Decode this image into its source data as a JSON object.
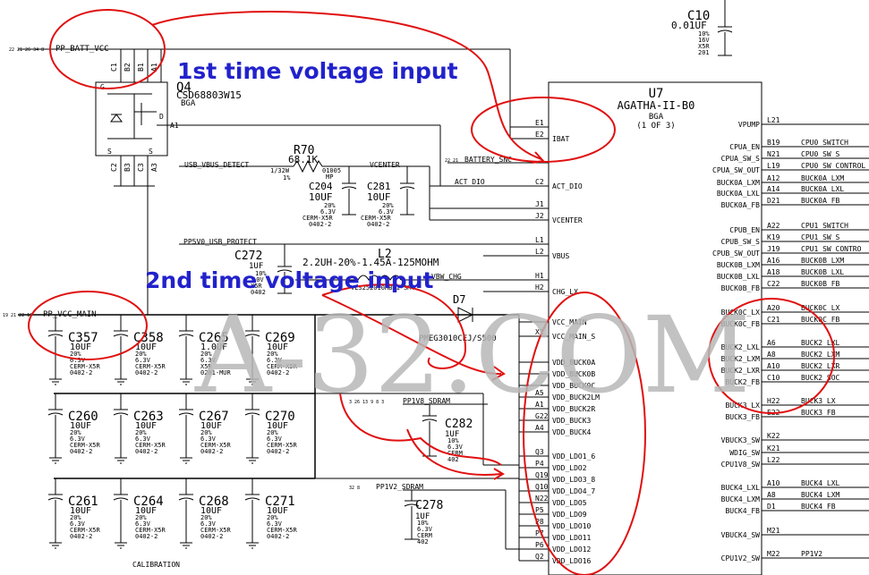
{
  "chip": {
    "refdes": "U7",
    "part": "AGATHA-II-B0",
    "package": "BGA",
    "sheet": "(1 OF 3)"
  },
  "top_cap": {
    "refdes": "C10",
    "value": "0.01UF",
    "tol": "10%",
    "volt": "16V",
    "dielectric": "X5R",
    "size": "201"
  },
  "q4": {
    "refdes": "Q4",
    "part": "CSD68803W15",
    "package": "BGA",
    "input_net": "PP_BATT_VCC",
    "input_pages": "22 21 26 34 8",
    "pins": [
      "C1",
      "B2",
      "B1",
      "A1",
      "C2",
      "B3",
      "C3",
      "A3"
    ],
    "g": "G",
    "d": "D",
    "s": "S",
    "gate_net": "A1"
  },
  "r70": {
    "refdes": "R70",
    "value": "68.1K",
    "power": "1/32W",
    "tol": "1%",
    "size": "01005",
    "mp": "MP"
  },
  "c204": {
    "refdes": "C204",
    "value": "10UF",
    "tol": "20%",
    "volt": "6.3V",
    "dielectric": "CERM-X5R",
    "size": "0402-2"
  },
  "c281": {
    "refdes": "C281",
    "value": "10UF",
    "tol": "20%",
    "volt": "6.3V",
    "dielectric": "CERM-X5R",
    "size": "0402-2"
  },
  "c272": {
    "refdes": "C272",
    "value": "1UF",
    "tol": "10%",
    "volt": "10V",
    "dielectric": "X5R",
    "size": "0402"
  },
  "l2": {
    "refdes": "L2",
    "value": "2.2UH-20%-1.45A-125MOHM",
    "part": "VLS252010HBN1-SMT"
  },
  "d7": {
    "refdes": "D7",
    "part": "PMEG3010CEJ/S500"
  },
  "c282": {
    "refdes": "C282",
    "value": "1UF",
    "tol": "10%",
    "volt": "6.3V",
    "dielectric": "CERM",
    "size": "402"
  },
  "c278": {
    "refdes": "C278",
    "value": "1UF",
    "tol": "10%",
    "volt": "6.3V",
    "dielectric": "CERM",
    "size": "402"
  },
  "nets": {
    "pp_vcc_main": "PP_VCC_MAIN",
    "pp_vcc_main_pages": "19 21 22 10",
    "usb_vbus_detect": "USB_VBUS_DETECT",
    "vcenter": "VCENTER",
    "battery_snc": "BATTERY_SNC",
    "battery_snc_pages": "22 21",
    "act_dio": "ACT_DIO",
    "pp5v0_usb_protect": "PP5V0_USB_PROTECT",
    "vbw_chg": "VBW_CHG",
    "pp1v8_sdram": "PP1V8_SDRAM",
    "pp1v8_sdram_pages": "3 26 13 9 8 3",
    "pp1v2_sdram": "PP1V2_SDRAM",
    "pp1v2_sdram_pages": "32 8",
    "calibration": "CALIBRATION"
  },
  "u7_left_pins": [
    {
      "ball": "E1",
      "name": ""
    },
    {
      "ball": "E2",
      "name": "IBAT"
    },
    {
      "ball": "C2",
      "name": "ACT_DIO"
    },
    {
      "ball": "J1",
      "name": ""
    },
    {
      "ball": "J2",
      "name": "VCENTER"
    },
    {
      "ball": "L1",
      "name": ""
    },
    {
      "ball": "L2",
      "name": "VBUS"
    },
    {
      "ball": "H1",
      "name": ""
    },
    {
      "ball": "H2",
      "name": "CHG_LX"
    },
    {
      "ball": "",
      "name": "VCC_MAIN"
    },
    {
      "ball": "X1",
      "name": "VCC_MAIN_S"
    },
    {
      "ball": "",
      "name": "VDD_BUCK0A"
    },
    {
      "ball": "",
      "name": "VDD_BUCK0B"
    },
    {
      "ball": "",
      "name": "VDD_BUCK0C"
    },
    {
      "ball": "A5",
      "name": "VDD_BUCK2LM"
    },
    {
      "ball": "A1",
      "name": "VDD_BUCK2R"
    },
    {
      "ball": "G22",
      "name": "VDD_BUCK3"
    },
    {
      "ball": "A4",
      "name": "VDD_BUCK4"
    },
    {
      "ball": "Q3",
      "name": "VDD_LDO1_6"
    },
    {
      "ball": "P4",
      "name": "VDD_LDO2"
    },
    {
      "ball": "Q19",
      "name": "VDD_LDO3_8"
    },
    {
      "ball": "Q10",
      "name": "VDD_LDO4_7"
    },
    {
      "ball": "N22",
      "name": "VDD_LDO5"
    },
    {
      "ball": "P5",
      "name": "VDD_LDO9"
    },
    {
      "ball": "P8",
      "name": "VDD_LDO10"
    },
    {
      "ball": "P7",
      "name": "VDD_LDO11"
    },
    {
      "ball": "P6",
      "name": "VDD_LDO12"
    },
    {
      "ball": "Q2",
      "name": "VDD_LDO16"
    }
  ],
  "u7_right_pins": [
    {
      "name": "VPUMP",
      "ball": "L21",
      "net": ""
    },
    {
      "name": "CPUA_EN",
      "ball": "B19",
      "net": "CPU0_SWITCH"
    },
    {
      "name": "CPUA_SW_S",
      "ball": "N21",
      "net": "CPU0_SW_S"
    },
    {
      "name": "CPUA_SW_OUT",
      "ball": "L19",
      "net": "CPU0_SW_CONTROL"
    },
    {
      "name": "BUCK0A_LXM",
      "ball": "A12",
      "net": "BUCK0A_LXM"
    },
    {
      "name": "BUCK0A_LXL",
      "ball": "A14",
      "net": "BUCK0A_LXL"
    },
    {
      "name": "BUCK0A_FB",
      "ball": "D21",
      "net": "BUCK0A_FB"
    },
    {
      "name": "CPUB_EN",
      "ball": "A22",
      "net": "CPU1_SWITCH"
    },
    {
      "name": "CPUB_SW_S",
      "ball": "K19",
      "net": "CPU1_SW_S"
    },
    {
      "name": "CPUB_SW_OUT",
      "ball": "J19",
      "net": "CPU1_SW_CONTRO"
    },
    {
      "name": "BUCK0B_LXM",
      "ball": "A16",
      "net": "BUCK0B_LXM"
    },
    {
      "name": "BUCK0B_LXL",
      "ball": "A18",
      "net": "BUCK0B_LXL"
    },
    {
      "name": "BUCK0B_FB",
      "ball": "C22",
      "net": "BUCK0B_FB"
    },
    {
      "name": "BUCK0C_LX",
      "ball": "A20",
      "net": "BUCK0C_LX"
    },
    {
      "name": "BUCK0C_FB",
      "ball": "C21",
      "net": "BUCK0C_FB"
    },
    {
      "name": "BUCK2_LXL",
      "ball": "A6",
      "net": "BUCK2_LXL"
    },
    {
      "name": "BUCK2_LXM",
      "ball": "A8",
      "net": "BUCK2_LXM"
    },
    {
      "name": "BUCK2_LXR",
      "ball": "A10",
      "net": "BUCK2_LXR"
    },
    {
      "name": "BUCK2_FB",
      "ball": "C10",
      "net": "BUCK2_SOC"
    },
    {
      "name": "BUCK3_LX",
      "ball": "H22",
      "net": "BUCK3_LX"
    },
    {
      "name": "BUCK3_FB",
      "ball": "E22",
      "net": "BUCK3_FB"
    },
    {
      "name": "VBUCK3_SW",
      "ball": "K22",
      "net": ""
    },
    {
      "name": "WDIG_SW",
      "ball": "K21",
      "net": ""
    },
    {
      "name": "CPU1V8_SW",
      "ball": "L22",
      "net": ""
    },
    {
      "name": "BUCK4_LXL",
      "ball": "A10",
      "net": "BUCK4_LXL"
    },
    {
      "name": "BUCK4_LXM",
      "ball": "A8",
      "net": "BUCK4_LXM"
    },
    {
      "name": "BUCK4_FB",
      "ball": "D1",
      "net": "BUCK4_FB"
    },
    {
      "name": "VBUCK4_SW",
      "ball": "M21",
      "net": ""
    },
    {
      "name": "CPU1V2_SW",
      "ball": "M22",
      "net": "PP1V2"
    }
  ],
  "capacitor_bank": [
    {
      "refdes": "C357",
      "value": "10UF",
      "tol": "20%",
      "volt": "6.3V",
      "dielectric": "CERM-X5R",
      "size": "0402-2"
    },
    {
      "refdes": "C358",
      "value": "10UF",
      "tol": "20%",
      "volt": "6.3V",
      "dielectric": "CERM-X5R",
      "size": "0402-2"
    },
    {
      "refdes": "C265",
      "value": "1.0UF",
      "tol": "20%",
      "volt": "6.3V",
      "dielectric": "X5R",
      "size": "0201-MUR"
    },
    {
      "refdes": "C269",
      "value": "10UF",
      "tol": "20%",
      "volt": "6.3V",
      "dielectric": "CERM-X5R",
      "size": "0402-2"
    },
    {
      "refdes": "C260",
      "value": "10UF",
      "tol": "20%",
      "volt": "6.3V",
      "dielectric": "CERM-X5R",
      "size": "0402-2"
    },
    {
      "refdes": "C263",
      "value": "10UF",
      "tol": "20%",
      "volt": "6.3V",
      "dielectric": "CERM-X5R",
      "size": "0402-2"
    },
    {
      "refdes": "C267",
      "value": "10UF",
      "tol": "20%",
      "volt": "6.3V",
      "dielectric": "CERM-X5R",
      "size": "0402-2"
    },
    {
      "refdes": "C270",
      "value": "10UF",
      "tol": "20%",
      "volt": "6.3V",
      "dielectric": "CERM-X5R",
      "size": "0402-2"
    },
    {
      "refdes": "C261",
      "value": "10UF",
      "tol": "20%",
      "volt": "6.3V",
      "dielectric": "CERM-X5R",
      "size": "0402-2"
    },
    {
      "refdes": "C264",
      "value": "10UF",
      "tol": "20%",
      "volt": "6.3V",
      "dielectric": "CERM-X5R",
      "size": "0402-2"
    },
    {
      "refdes": "C268",
      "value": "10UF",
      "tol": "20%",
      "volt": "6.3V",
      "dielectric": "CERM-X5R",
      "size": "0402-2"
    },
    {
      "refdes": "C271",
      "value": "10UF",
      "tol": "20%",
      "volt": "6.3V",
      "dielectric": "CERM-X5R",
      "size": "0402-2"
    }
  ],
  "annotations": {
    "first": "1st time voltage input",
    "second": "2nd time voltage input"
  },
  "watermark": {
    "text": "A-32.COM"
  },
  "colors": {
    "annotation_red": "#e01010",
    "annotation_blue": "#2222cc",
    "watermark_gray": "#b8b8b8"
  }
}
